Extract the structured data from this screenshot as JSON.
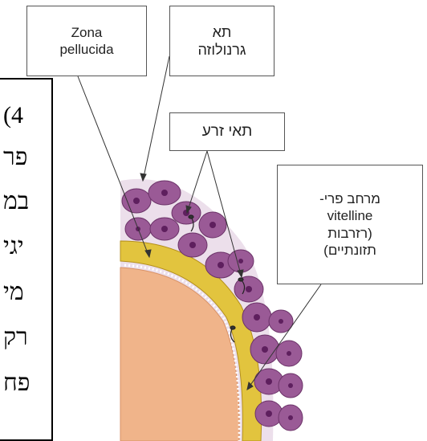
{
  "question": {
    "lines": [
      "(4",
      "פר",
      "במ",
      "יגי",
      "מי",
      "רק",
      "פח"
    ]
  },
  "labels": {
    "zona": [
      "Zona",
      "pellucida"
    ],
    "granulosa": [
      "תא",
      "גרנולוזה"
    ],
    "sperm": [
      "תאי זרע"
    ],
    "perivitelline": [
      "מרחב פרי-",
      "vitelline",
      "(רזרבות",
      "תזונתיים)"
    ]
  },
  "colors": {
    "ooplasm": "#f0b48a",
    "zona_yellow": "#e2c43e",
    "granulosa_cell": "#9a5a96",
    "granulosa_nucleus": "#5e1f5e",
    "label_border": "#555555"
  }
}
